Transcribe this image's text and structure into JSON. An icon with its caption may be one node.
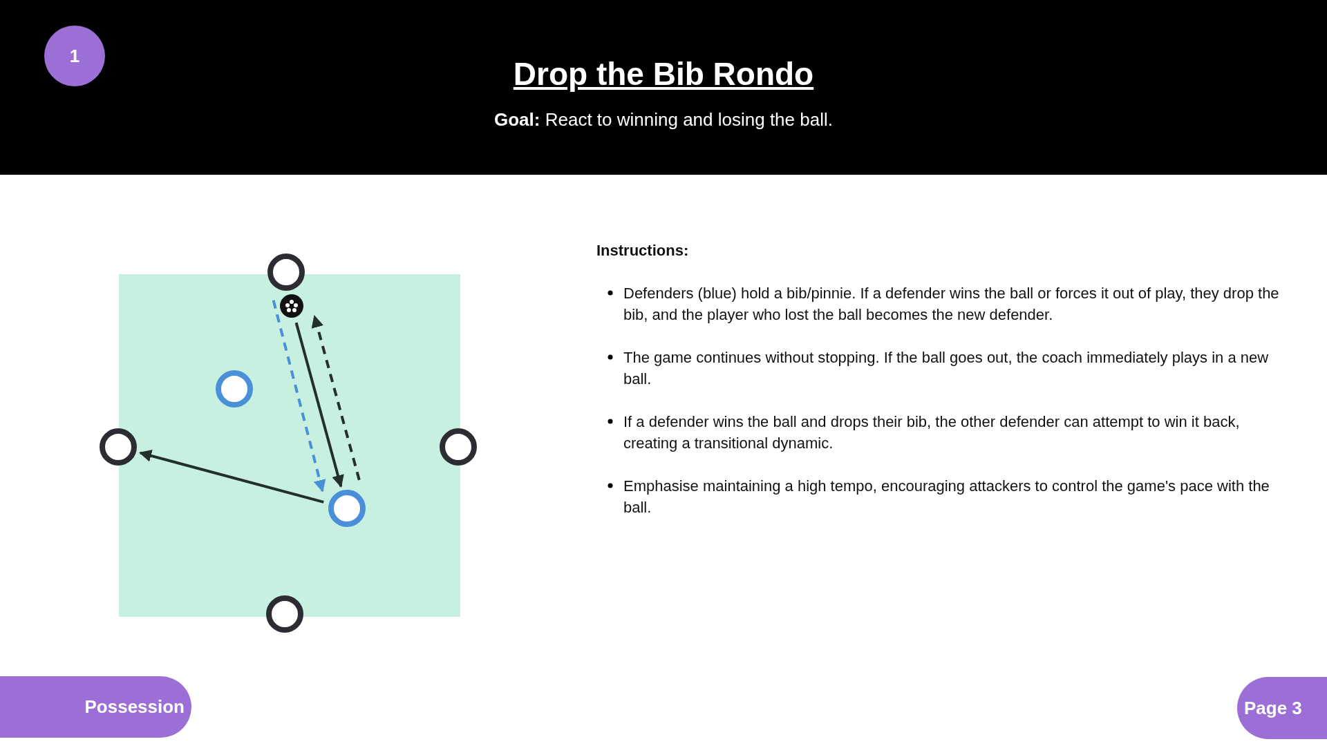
{
  "diagram": {
    "title": "Drop the Bib Rondo",
    "nodes": [
      {
        "text": [
          "1"
        ]
      },
      {
        "text": [],
        "shape": "circle"
      },
      {
        "text": [],
        "shape": "circle"
      },
      {
        "text": [],
        "shape": "circle"
      },
      {
        "text": [],
        "shape": "circle"
      },
      {
        "text": [],
        "shape": "circle"
      },
      {
        "text": [],
        "shape": "circle"
      },
      {
        "text": [],
        "shape": "circle"
      },
      {
        "text": [
          "Possession"
        ]
      },
      {
        "text": [
          "Page 3"
        ]
      }
    ],
    "edges": [
      {
        "from": 1,
        "to": 6,
        "arrow": "to",
        "style": "dashed",
        "color": "#4a90d9"
      },
      {
        "from": 2,
        "to": 6,
        "arrow": "to"
      },
      {
        "from": 6,
        "to": 2,
        "arrow": "to",
        "style": "dashed"
      },
      {
        "from": 6,
        "to": 4,
        "arrow": "to"
      }
    ],
    "labels": [
      "**Goal:** React to winning and losing the ball.",
      "Instructions:",
      "Defenders (blue) hold a bib/pinnie. If a defender wins the ball or forces it out of play, they drop the bib, and the player who lost the ball becomes the new defender.",
      "The game continues without stopping. If the ball goes out, the coach immediately plays in a new ball.",
      "If a defender wins the ball and drops their bib, the other defender can attempt to win it back, creating a transitional dynamic.",
      "Emphasise maintaining a high tempo, encouraging attackers to control the game's pace with the ball."
    ]
  }
}
